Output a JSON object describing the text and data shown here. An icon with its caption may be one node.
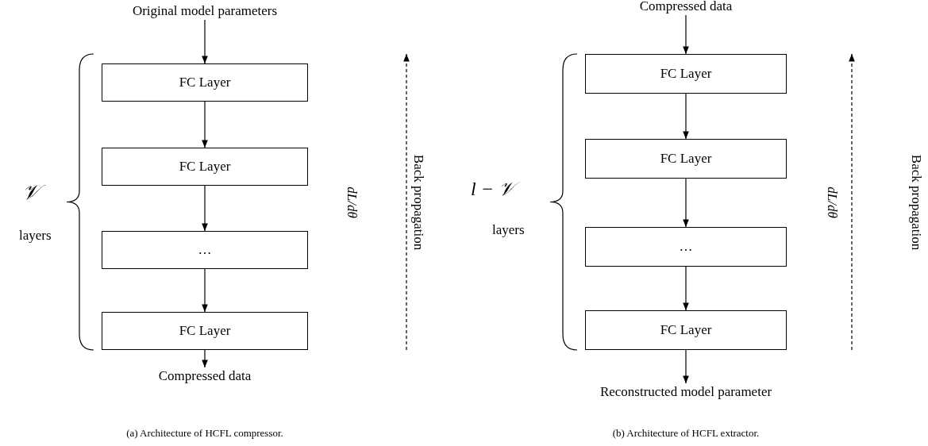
{
  "diagram": {
    "nodes": [
      {
        "text": [
          "Original model parameters"
        ]
      },
      {
        "text": [
          "FC Layer"
        ]
      },
      {
        "text": [
          "FC Layer"
        ]
      },
      {
        "text": [
          "…"
        ]
      },
      {
        "text": [
          "FC Layer"
        ]
      },
      {
        "text": [
          "Compressed data"
        ]
      },
      {
        "text": [
          "Compressed data"
        ]
      },
      {
        "text": [
          "FC Layer"
        ]
      },
      {
        "text": [
          "FC Layer"
        ]
      },
      {
        "text": [
          "…"
        ]
      },
      {
        "text": [
          "FC Layer"
        ]
      },
      {
        "text": [
          "Reconstructed model parameter"
        ]
      }
    ],
    "edges": [
      {
        "from": 0,
        "to": 1,
        "arrow": "to"
      },
      {
        "from": 1,
        "to": 2,
        "arrow": "to"
      },
      {
        "from": 2,
        "to": 3,
        "arrow": "to"
      },
      {
        "from": 3,
        "to": 4,
        "arrow": "to"
      },
      {
        "from": 4,
        "to": 5,
        "arrow": "to"
      },
      {
        "from": 6,
        "to": 7,
        "arrow": "to"
      },
      {
        "from": 7,
        "to": 8,
        "arrow": "to"
      },
      {
        "from": 8,
        "to": 9,
        "arrow": "to"
      },
      {
        "from": 9,
        "to": 10,
        "arrow": "to"
      },
      {
        "from": 10,
        "to": 11,
        "arrow": "to"
      }
    ],
    "labels": [
      "𝒱",
      "layers",
      "dL/dθ",
      "Back propagation",
      "(a) Architecture of HCFL compressor.",
      "l − 𝒱",
      "layers",
      "dL/dθ",
      "Back propagation",
      "(b) Architecture of HCFL extractor."
    ]
  }
}
